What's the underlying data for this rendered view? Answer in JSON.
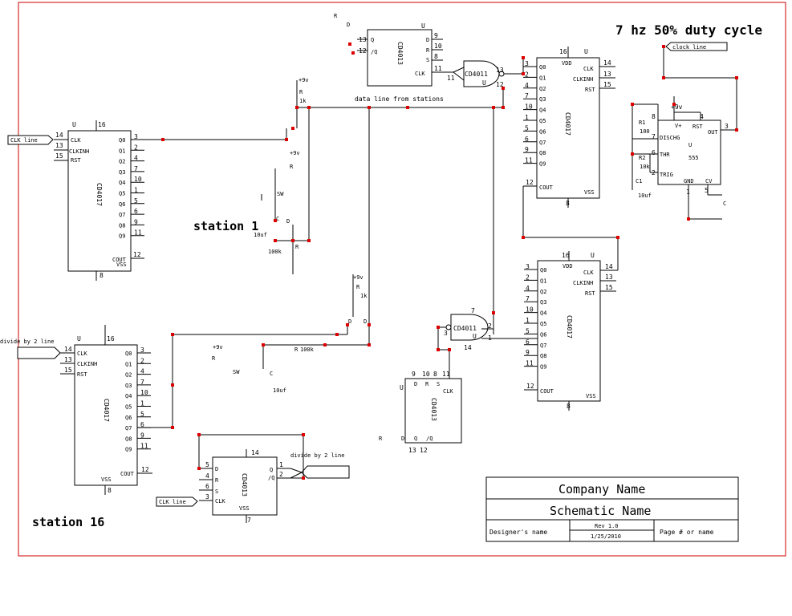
{
  "heading": "7 hz 50% duty cycle",
  "labels": {
    "station1": "station 1",
    "station16": "station 16",
    "data_line": "data line from stations",
    "clk_line": "CLK line",
    "clock_line": "clock line",
    "divide_line": "divide by 2 line",
    "plus9": "+9v",
    "r": "R",
    "r_1k": "1k",
    "r_100k": "100k",
    "c_10uf": "10uf",
    "sw": "SW",
    "d": "D",
    "c": "C"
  },
  "chips": {
    "cd4017": "CD4017",
    "cd4013": "CD4013",
    "cd4011": "CD4011",
    "u": "U",
    "vdd": "VDD",
    "vss": "VSS",
    "clk": "CLK",
    "clkinh": "CLKINH",
    "rst": "RST",
    "cout": "COUT",
    "q_outputs": [
      "Q0",
      "Q1",
      "Q2",
      "Q3",
      "Q4",
      "Q5",
      "Q6",
      "Q7",
      "Q8",
      "Q9"
    ],
    "q_pins": [
      "3",
      "2",
      "4",
      "7",
      "10",
      "1",
      "5",
      "6",
      "9",
      "11"
    ],
    "timer": {
      "name": "555",
      "dischg": "DISCHG",
      "thr": "THR",
      "trig": "TRIG",
      "gnd": "GND",
      "cv": "CV",
      "out": "OUT",
      "rst": "RST",
      "r1": "R1",
      "r1_val": "100",
      "r2": "R2",
      "r2_val": "10k",
      "c1": "C1",
      "c1_val": "10uf"
    }
  },
  "title_block": {
    "company": "Company Name",
    "schematic": "Schematic Name",
    "designer": "Designer's name",
    "rev": "Rev 1.0",
    "date": "1/25/2010",
    "page": "Page # or name"
  }
}
